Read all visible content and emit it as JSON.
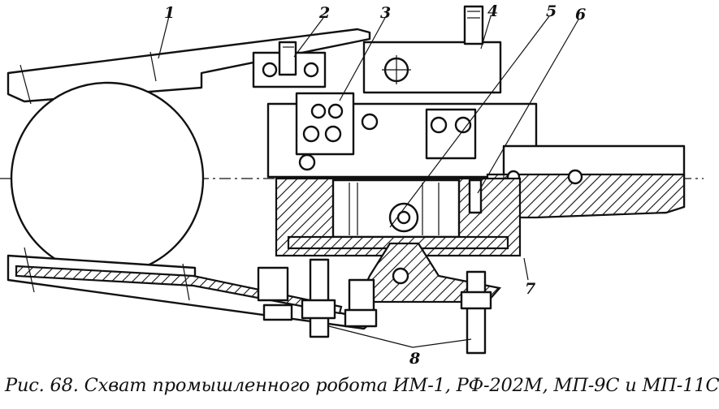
{
  "figure": {
    "caption": "Рис. 68. Схват промышленного робота ИМ-1, РФ-202М, МП-9С и МП-11С",
    "callouts": [
      "1",
      "2",
      "3",
      "4",
      "5",
      "6",
      "7",
      "8"
    ]
  }
}
